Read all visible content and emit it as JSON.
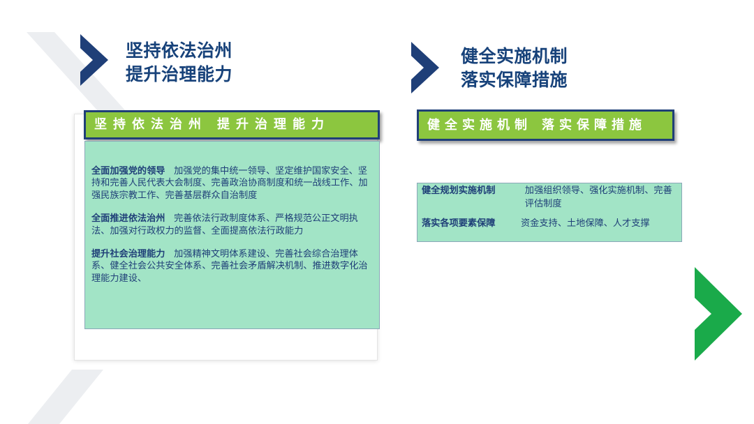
{
  "colors": {
    "accent_blue": "#1f3f78",
    "banner_green": "#8cc63f",
    "panel_mint": "#a2e4c6",
    "arrow_green": "#1aaa4a"
  },
  "icons": {
    "left_chevron": "chevron-right-icon",
    "right_chevron": "chevron-right-icon",
    "side_arrow": "chevron-right-icon"
  },
  "left_section": {
    "heading_line1": "坚持依法治州",
    "heading_line2": "提升治理能力",
    "banner_part1": "坚持依法治州",
    "banner_part2": "提升治理能力",
    "items": [
      {
        "title": "全面加强党的领导",
        "text": "加强党的集中统一领导、坚定维护国家安全、坚持和完善人民代表大会制度、完善政治协商制度和统一战线工作、加强民族宗教工作、完善基层群众自治制度"
      },
      {
        "title": "全面推进依法治州",
        "text": "完善依法行政制度体系、严格规范公正文明执法、加强对行政权力的监督、全面提高依法行政能力"
      },
      {
        "title": "提升社会治理能力",
        "text": "加强精神文明体系建设、完善社会综合治理体系、健全社会公共安全体系、完善社会矛盾解决机制、推进数字化治理能力建设、"
      }
    ]
  },
  "right_section": {
    "heading_line1": "健全实施机制",
    "heading_line2": "落实保障措施",
    "banner_part1": "健全实施机制",
    "banner_part2": "落实保障措施",
    "rows": [
      {
        "title": "健全规划实施机制",
        "text": "加强组织领导、强化实施机制、完善评估制度"
      },
      {
        "title": "落实各项要素保障",
        "text": "资金支持、土地保障、人才支撑"
      }
    ]
  }
}
